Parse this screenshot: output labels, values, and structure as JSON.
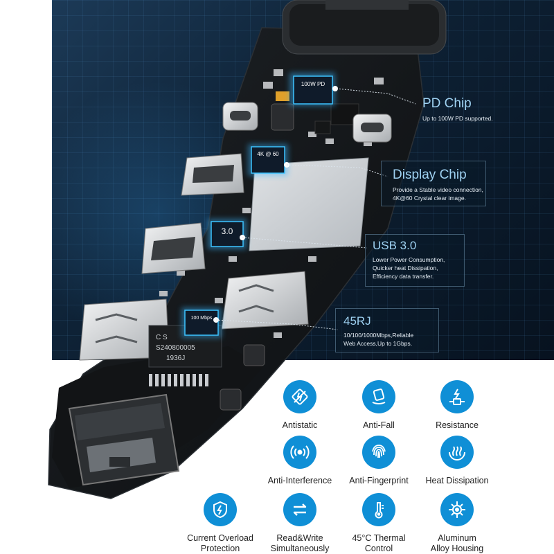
{
  "callouts": [
    {
      "title": "PD Chip",
      "desc": [
        "Up to 100W PD supported."
      ]
    },
    {
      "title": "Display Chip",
      "desc": [
        "Provide a Stable video connection,",
        "4K@60 Crystal clear image."
      ]
    },
    {
      "title": "USB 3.0",
      "desc": [
        "Lower Power Consumption,",
        "Quicker heat Dissipation,",
        "Efficiency data transfer."
      ]
    },
    {
      "title": "45RJ",
      "desc": [
        "10/100/1000Mbps,Reliable",
        "Web Access,Up to 1Gbps."
      ]
    }
  ],
  "chips": {
    "pd": "100W PD",
    "display": "4K @ 60",
    "usb": "3.0",
    "lan": "100 Mbps",
    "transformer": [
      "C S",
      "S240800005",
      "1936J"
    ]
  },
  "features": [
    {
      "label": [
        "Antistatic"
      ],
      "icon": "antistatic-icon"
    },
    {
      "label": [
        "Anti-Fall"
      ],
      "icon": "anti-fall-icon"
    },
    {
      "label": [
        "Resistance"
      ],
      "icon": "resistance-icon"
    },
    {
      "label": [
        "Anti-Interference"
      ],
      "icon": "anti-interference-icon"
    },
    {
      "label": [
        "Anti-Fingerprint"
      ],
      "icon": "fingerprint-icon"
    },
    {
      "label": [
        "Heat Dissipation"
      ],
      "icon": "heat-dissipation-icon"
    },
    {
      "label": [
        "Current Overload",
        "Protection"
      ],
      "icon": "overload-shield-icon"
    },
    {
      "label": [
        "Read&Write",
        "Simultaneously"
      ],
      "icon": "read-write-arrows-icon"
    },
    {
      "label": [
        "45°C Thermal",
        "Control"
      ],
      "icon": "thermometer-icon"
    },
    {
      "label": [
        "Aluminum",
        "Alloy Housing"
      ],
      "icon": "alloy-housing-icon"
    }
  ],
  "colors": {
    "accent": "#0f8fd6",
    "callout_title": "#9fd2f2",
    "chip_glow": "#39b6ff"
  }
}
